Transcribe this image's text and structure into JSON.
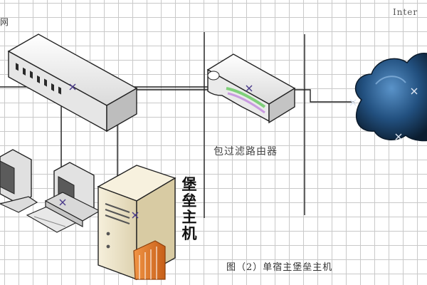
{
  "labels": {
    "lan": "网",
    "internet": "Inter",
    "router": "包过滤路由器",
    "bastion_host": "堡垒主机",
    "caption": "图（2）单宿主堡垒主机"
  },
  "colors": {
    "grid": "#c9c9c9",
    "line": "#222222",
    "cloud_dark": "#0e2338",
    "cloud_light": "#4f88c0",
    "router_stripe": "#7fd07a",
    "server_beige": "#efe6cf",
    "server_orange": "#e07a2c"
  }
}
